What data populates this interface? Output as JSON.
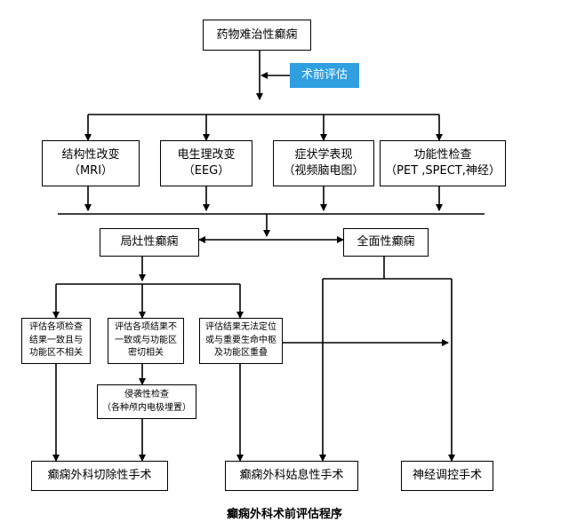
{
  "diagram": {
    "root": "药物难治性癫痫",
    "pre_eval": "术前评估",
    "exams": [
      {
        "title": "结构性改变",
        "sub": "（MRI）"
      },
      {
        "title": "电生理改变",
        "sub": "（EEG）"
      },
      {
        "title": "症状学表现",
        "sub": "（视频脑电图）"
      },
      {
        "title": "功能性检查",
        "sub": "（PET ,SPECT,神经）"
      }
    ],
    "focal": "局灶性癫痫",
    "general": "全面性癫痫",
    "eval1": [
      "评估各项检查",
      "结果一致且与",
      "功能区不相关"
    ],
    "eval2": [
      "评估各项结果不",
      "一致或与功能区",
      "密切相关"
    ],
    "eval3": [
      "评估结果无法定位",
      "或与重要生命中枢",
      "及功能区重叠"
    ],
    "invasive": [
      "侵袭性检查",
      "（各种颅内电极埋置）"
    ],
    "out1": "癫痫外科切除性手术",
    "out2": "癫痫外科姑息性手术",
    "out3": "神经调控手术",
    "caption": "癫痫外科术前评估程序"
  }
}
